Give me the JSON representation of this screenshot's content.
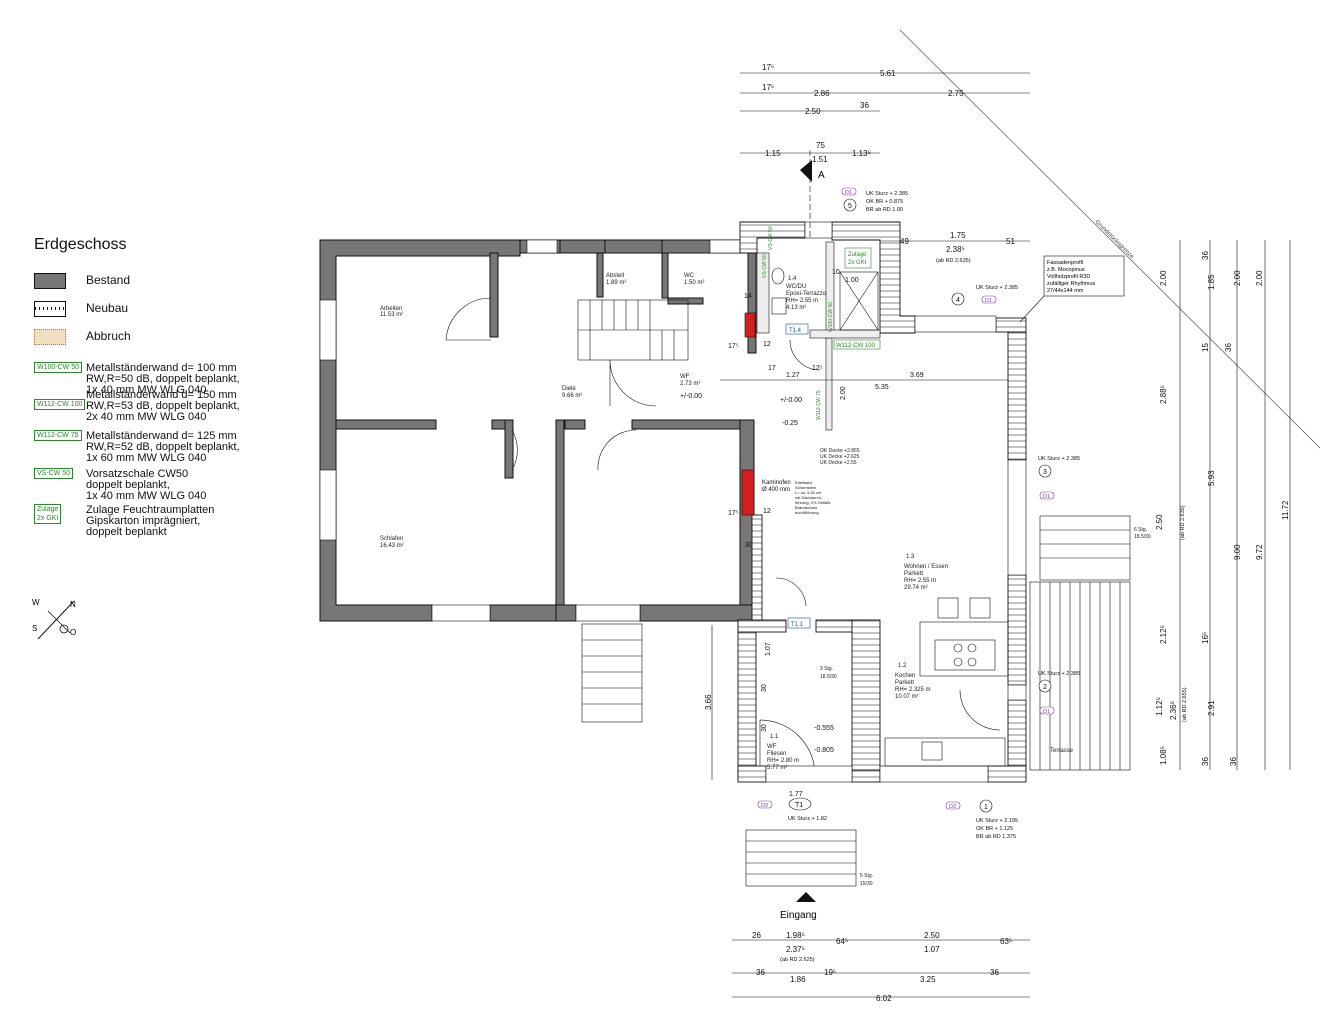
{
  "title": "Erdgeschoss",
  "legend": {
    "bestand": "Bestand",
    "neubau": "Neubau",
    "abbruch": "Abbruch",
    "wall1_tag": "W100-CW 50",
    "wall1_l1": "Metallständerwand d= 100 mm",
    "wall1_l2": "RW,R=50 dB, doppelt beplankt,",
    "wall1_l3": "1x 40 mm MW WLG 040",
    "wall2_tag": "W112-CW 100",
    "wall2_l1": "Metallständerwand d= 150 mm",
    "wall2_l2": "RW,R=53 dB, doppelt beplankt,",
    "wall2_l3": "2x 40 mm MW WLG 040",
    "wall3_tag": "W112-CW 75",
    "wall3_l1": "Metallständerwand d= 125 mm",
    "wall3_l2": "RW,R=52 dB, doppelt beplankt,",
    "wall3_l3": "1x 60 mm MW WLG 040",
    "wall4_tag": "VS-CW 50",
    "wall4_l1": "Vorsatzschale CW50",
    "wall4_l2": "doppelt beplankt,",
    "wall4_l3": "1x 40 mm MW WLG 040",
    "wall5_tag1": "Zulage",
    "wall5_tag2": "2x GKI",
    "wall5_l1": "Zulage Feuchtraumplatten",
    "wall5_l2": "Gipskarton imprägniert,",
    "wall5_l3": "doppelt beplankt"
  },
  "rooms": {
    "arbeiten": "Arbeiten",
    "arbeiten_area": "11.53 m²",
    "schlafen": "Schlafen",
    "schlafen_area": "16.43 m²",
    "diele": "Diele",
    "diele_area": "9.66 m²",
    "abstell": "Abstell",
    "abstell_area": "1.89 m²",
    "wc": "WC",
    "wc_area": "1.50 m²",
    "wf": "WF",
    "wf_area": "2.73 m²",
    "wcdu_no": "1.4",
    "wcdu": "WC/DU",
    "wcdu_floor": "Epoxi-Terrazzo",
    "wcdu_h": "RH= 2.55 m",
    "wcdu_area": "4.13 m²",
    "wohnen_no": "1.3",
    "wohnen": "Wohnen / Essen",
    "wohnen_floor": "Parkett",
    "wohnen_h": "RH= 2.55 m",
    "wohnen_area": "29.74 m²",
    "kochen_no": "1.2",
    "kochen": "Kochen",
    "kochen_floor": "Parkett",
    "kochen_h": "RH= 2.325 m",
    "kochen_area": "10.07 m²",
    "wf2_no": "1.1",
    "wf2": "WF",
    "wf2_floor": "Fliesen",
    "wf2_h": "RH= 2.80 m",
    "wf2_area": "5.77 m²",
    "terrasse": "Terrasse",
    "eingang": "Eingang"
  },
  "notes": {
    "level_diele": "+/-0.00",
    "level_wohn1": "+/-0.00",
    "level_wohn2": "-0.25",
    "level_wf1": "-0.555",
    "level_wf2": "-0.805",
    "decke1": "OK Decke +2.865",
    "decke2": "UK Decke +2.625",
    "decke3": "UK Decke +2.55",
    "kaminofen": "Kaminofen",
    "kaminofen_d": "Ø 400 mm",
    "kamin_n1": "Edelstahl-",
    "kamin_n2": "Schornstein",
    "kamin_n3": "L= ca. 5.20 cm",
    "kamin_n4": "mit Dachdurch-",
    "kamin_n5": "führung, 2% Gefälle,",
    "kamin_n6": "Brandschutz",
    "kamin_n7": "durchführung",
    "fassade1": "Fassadenprofil",
    "fassade2": "z.B. Mocopinus",
    "fassade3": "Vollholzprofil R3D",
    "fassade4": "zufälliger Rhythmus",
    "fassade5": "27/44x144 mm",
    "grenze": "Grundstücksgrenze",
    "stg6": "6 Stg.",
    "stg6b": "18.5/30",
    "stg3": "3 Stg.",
    "stg3b": "18.5/30",
    "stg5": "5 Stg.",
    "stg5b": "15/30",
    "t11": "T1.1",
    "t14": "T1.4",
    "tag_vs": "VS-CW 50",
    "tag_w100": "W100-CW 50",
    "tag_w112": "W112-CW 100",
    "tag_w112b": "W112-CW 75",
    "tag_vs2": "VS-CW 50",
    "zulage1": "Zulage",
    "zulage2": "2x GKI",
    "d1": "D1",
    "d2": "D2",
    "t1": "T1",
    "section": "A"
  },
  "windows": {
    "w5_1": "UK Sturz + 2.385",
    "w5_2": "OK BR + 0.875",
    "w5_3": "BR ab RD 1.00",
    "w5_no": "5",
    "w4_1": "UK Sturz + 2.385",
    "w4_no": "4",
    "w3_1": "UK Sturz + 2.385",
    "w3_no": "3",
    "w2_1": "UK Sturz + 2.385",
    "w2_no": "2",
    "w1_1": "UK Sturz + 2.195",
    "w1_2": "OK BR + 1.125",
    "w1_3": "BR ab RD 1.375",
    "w1_no": "1",
    "t1_1": "UK Sturz + 1.82"
  },
  "dims": {
    "top_r1a": "17⁵",
    "top_r1b": "5.61",
    "top_r2a": "17⁵",
    "top_r2b": "2.86",
    "top_r2c": "2.75",
    "top_r3a": "2.50",
    "top_r3b": "36",
    "top_r4a": "75",
    "top_r4b": "1.15",
    "top_r4c": "1.51",
    "top_r4d": "1.13⁵",
    "top_r5a": "49",
    "top_r5b": "1.75",
    "top_r5c": "2.38⁵",
    "top_r5d": "51",
    "top_r5e": "(ab RD 2.635)",
    "in_14": "14",
    "in_10": "10",
    "in_100": "1.00",
    "in_175": "17⁵",
    "in_12a": "12",
    "in_17": "17",
    "in_127": "1.27",
    "in_125": "12⁵",
    "in_369": "3.69",
    "in_535": "5.35",
    "in_200": "2.00",
    "in_175b": "17⁵",
    "in_12b": "12",
    "in_30a": "30",
    "in_107": "1.07",
    "in_30b": "30",
    "in_30c": "30",
    "in_366": "3.66",
    "in_177": "1.77",
    "r_200a": "2.00",
    "r_36a": "36",
    "r_185": "1.85",
    "r_15": "15",
    "r_36b": "36",
    "r_288": "2.88⁵",
    "r_250": "2.50",
    "r_250b": "(ab RD 2.635)",
    "r_212": "2.12⁵",
    "r_16": "16⁵",
    "r_112": "1.12⁵",
    "r_236": "2.36⁵",
    "r_236b": "(ab RD 2.655)",
    "r_108": "1.08⁵",
    "r_36c": "36",
    "r_200b": "2.00",
    "r_593": "5.93",
    "r_291": "2.91",
    "r_36d": "36",
    "r_200c": "2.00",
    "r_900": "9.00",
    "r_972": "9.72",
    "r_1172": "11.72",
    "b_26": "26",
    "b_198": "1.98⁵",
    "b_237": "2.37⁵",
    "b_237b": "(ab RD 2.625)",
    "b_64": "64⁵",
    "b_250": "2.50",
    "b_107": "1.07",
    "b_63": "63⁵",
    "b_36a": "36",
    "b_186": "1.86",
    "b_19": "19⁵",
    "b_325": "3.25",
    "b_36b": "36",
    "b_602": "6.02"
  },
  "compass": {
    "n": "N",
    "s": "S",
    "w": "W",
    "o": "O"
  }
}
